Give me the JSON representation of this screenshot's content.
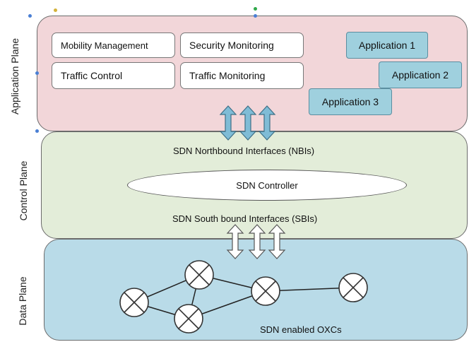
{
  "planes": {
    "application_label": "Application Plane",
    "control_label": "Control Plane",
    "data_label": "Data  Plane"
  },
  "application_plane": {
    "boxes": [
      "Mobility Management",
      "Security Monitoring",
      "Traffic Control",
      "Traffic Monitoring"
    ],
    "applications": [
      "Application 1",
      "Application 2",
      "Application 3"
    ]
  },
  "control_plane": {
    "northbound": "SDN Northbound Interfaces (NBIs)",
    "controller": "SDN Controller",
    "southbound": "SDN South bound Interfaces (SBIs)"
  },
  "data_plane": {
    "caption": "SDN enabled OXCs"
  },
  "colors": {
    "application_plane": "#f2d6d9",
    "control_plane": "#e3edd9",
    "data_plane": "#b9dbe8",
    "application_box": "#9fd0de"
  }
}
